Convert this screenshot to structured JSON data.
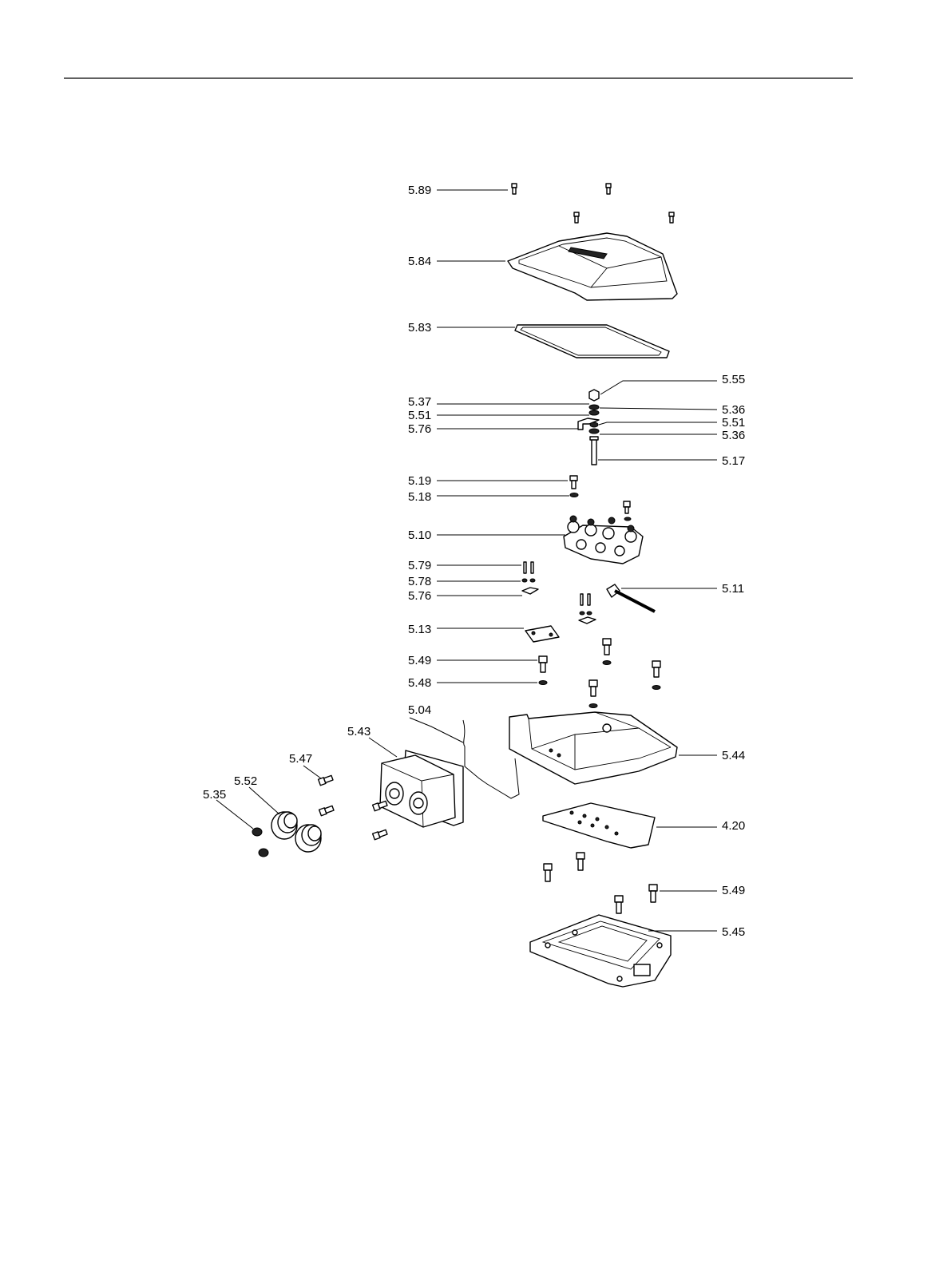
{
  "labels": {
    "l589": "5.89",
    "l584": "5.84",
    "l583": "5.83",
    "l555": "5.55",
    "l537": "5.37",
    "l536a": "5.36",
    "l551a": "5.51",
    "l551b": "5.51",
    "l576a": "5.76",
    "l536b": "5.36",
    "l517": "5.17",
    "l519": "5.19",
    "l518": "5.18",
    "l510": "5.10",
    "l579": "5.79",
    "l578": "5.78",
    "l576b": "5.76",
    "l511": "5.11",
    "l513": "5.13",
    "l549a": "5.49",
    "l548": "5.48",
    "l504": "5.04",
    "l543": "5.43",
    "l544": "5.44",
    "l547": "5.47",
    "l552": "5.52",
    "l535": "5.35",
    "l420": "4.20",
    "l549b": "5.49",
    "l545": "5.45"
  }
}
